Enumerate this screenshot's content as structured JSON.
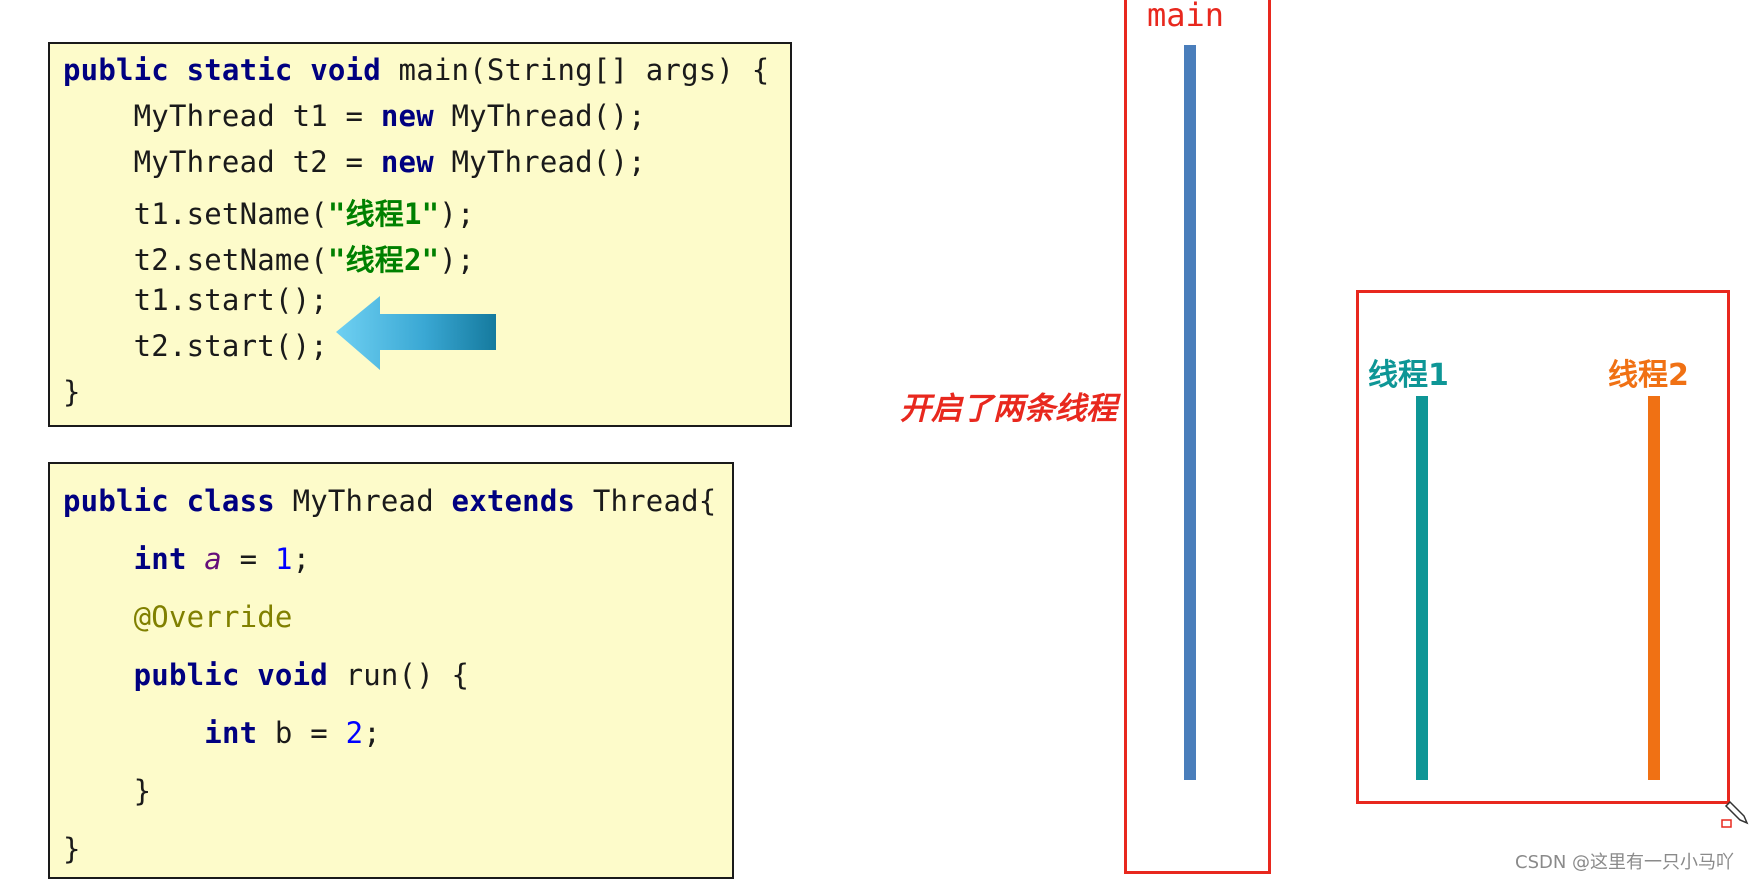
{
  "main_code": {
    "lines": [
      [
        {
          "t": "public static void",
          "c": "kw"
        },
        {
          "t": " main(String[] args) {",
          "c": ""
        }
      ],
      [
        {
          "t": "    MyThread t1 = ",
          "c": ""
        },
        {
          "t": "new",
          "c": "kw"
        },
        {
          "t": " MyThread();",
          "c": ""
        }
      ],
      [
        {
          "t": "    MyThread t2 = ",
          "c": ""
        },
        {
          "t": "new",
          "c": "kw"
        },
        {
          "t": " MyThread();",
          "c": ""
        }
      ],
      [
        {
          "t": "    t1.setName(",
          "c": ""
        },
        {
          "t": "\"线程1\"",
          "c": "str"
        },
        {
          "t": ");",
          "c": ""
        }
      ],
      [
        {
          "t": "    t2.setName(",
          "c": ""
        },
        {
          "t": "\"线程2\"",
          "c": "str"
        },
        {
          "t": ");",
          "c": ""
        }
      ],
      [
        {
          "t": "    t1.start();",
          "c": ""
        }
      ],
      [
        {
          "t": "    t2.start();",
          "c": ""
        }
      ],
      [
        {
          "t": "}",
          "c": ""
        }
      ]
    ]
  },
  "class_code": {
    "lines": [
      [
        {
          "t": "public class",
          "c": "kw"
        },
        {
          "t": " MyThread ",
          "c": ""
        },
        {
          "t": "extends",
          "c": "kw"
        },
        {
          "t": " Thread{",
          "c": ""
        }
      ],
      [
        {
          "t": "    ",
          "c": ""
        },
        {
          "t": "int",
          "c": "kw"
        },
        {
          "t": " ",
          "c": ""
        },
        {
          "t": "a",
          "c": "field"
        },
        {
          "t": " = ",
          "c": ""
        },
        {
          "t": "1",
          "c": "num"
        },
        {
          "t": ";",
          "c": ""
        }
      ],
      [
        {
          "t": "    ",
          "c": ""
        },
        {
          "t": "@Override",
          "c": "ann"
        }
      ],
      [
        {
          "t": "    ",
          "c": ""
        },
        {
          "t": "public void",
          "c": "kw"
        },
        {
          "t": " run() {",
          "c": ""
        }
      ],
      [
        {
          "t": "        ",
          "c": ""
        },
        {
          "t": "int",
          "c": "kw"
        },
        {
          "t": " b = ",
          "c": ""
        },
        {
          "t": "2",
          "c": "num"
        },
        {
          "t": ";",
          "c": ""
        }
      ],
      [
        {
          "t": "    }",
          "c": ""
        }
      ],
      [
        {
          "t": "}",
          "c": ""
        }
      ]
    ]
  },
  "diagram": {
    "main_label": "main",
    "annotation": "开启了两条线程",
    "thread1_label": "线程1",
    "thread2_label": "线程2"
  },
  "watermark": "CSDN @这里有一只小马吖",
  "colors": {
    "main_bar": "#4a7ebb",
    "thread1": "#0e9696",
    "thread2": "#f07114",
    "frame": "#e8281e",
    "annotation": "#e8281e"
  }
}
